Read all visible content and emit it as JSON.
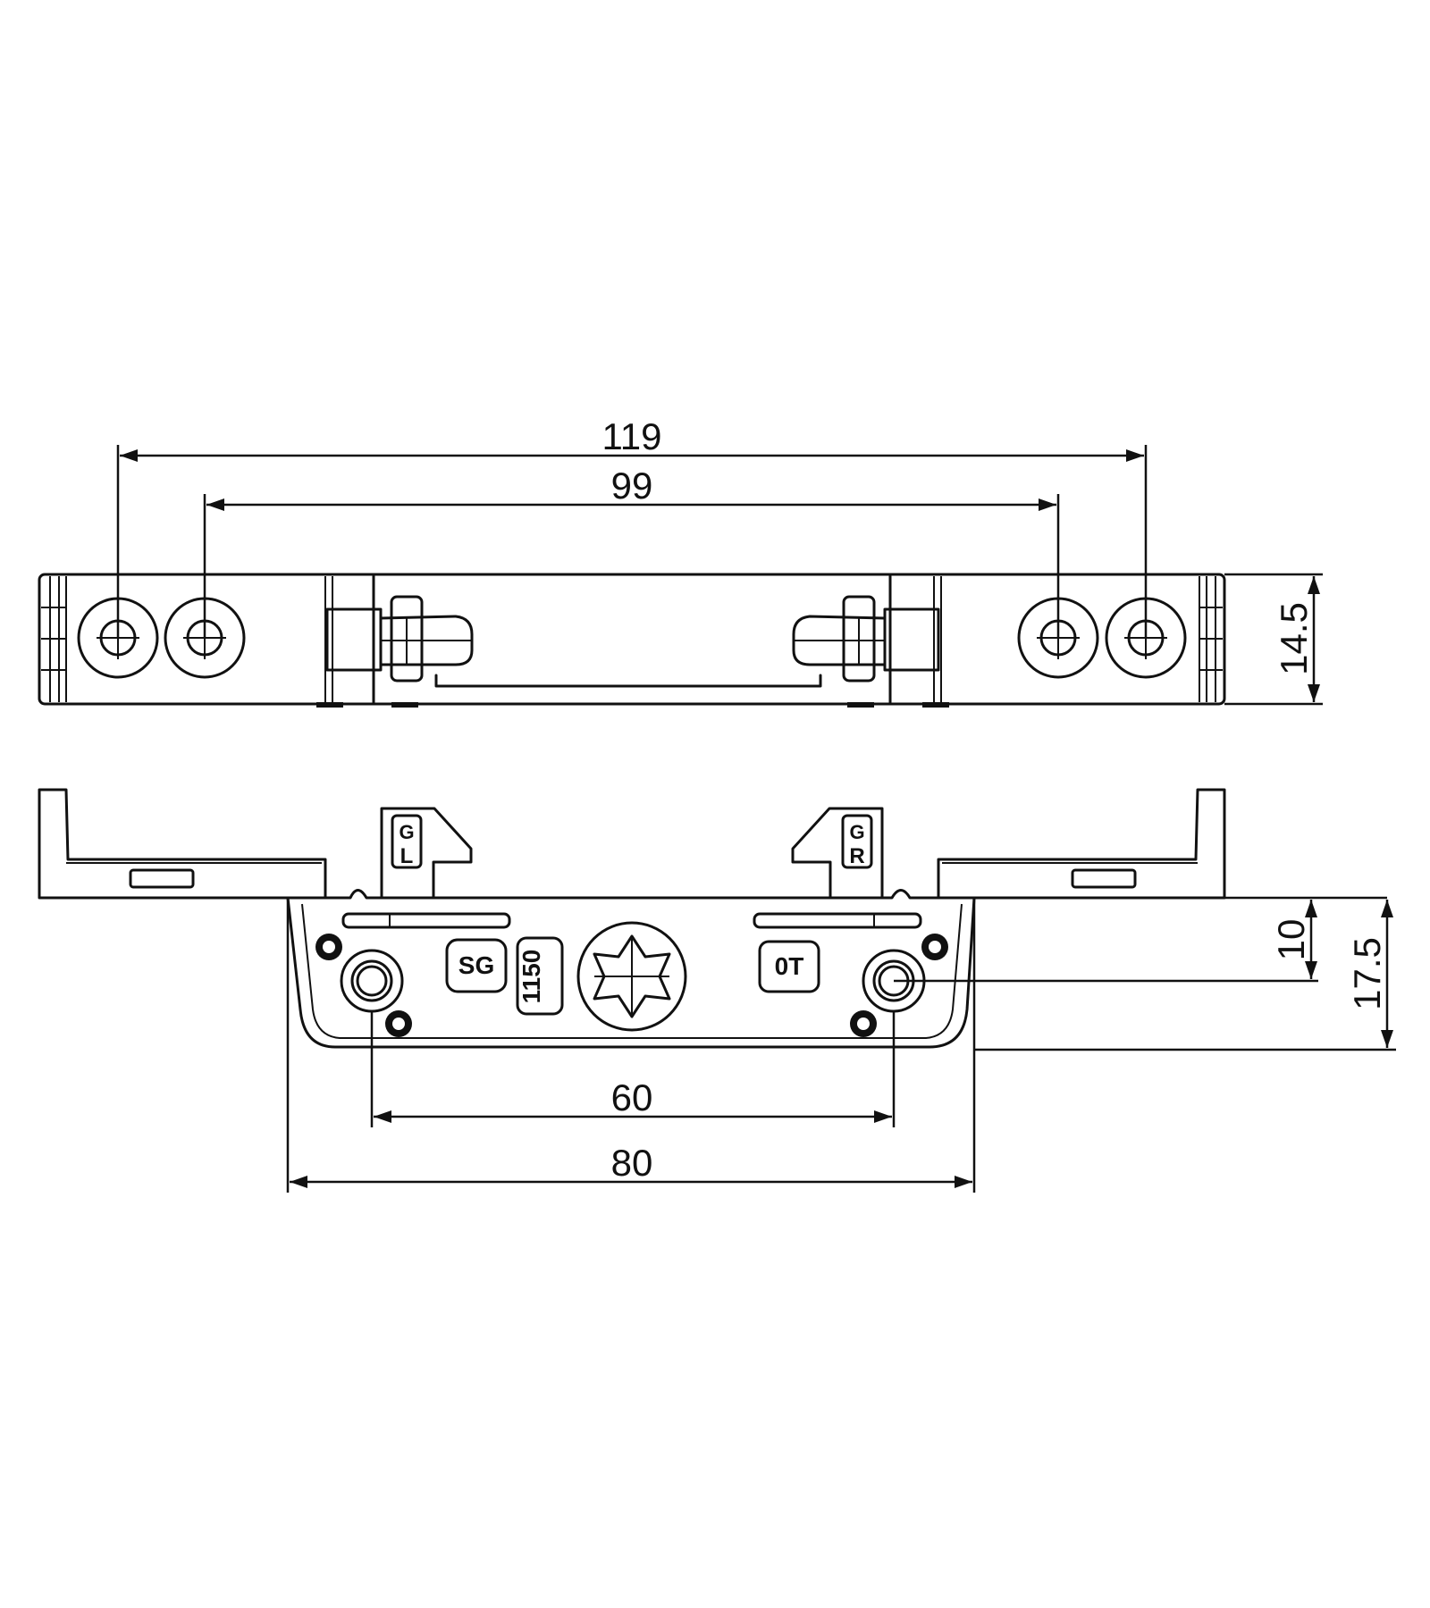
{
  "dimensions": {
    "top_outer_hole_spacing": "119",
    "top_inner_hole_spacing": "99",
    "top_height": "14.5",
    "front_hole_depth": "10",
    "front_total_depth": "17.5",
    "front_hole_spacing": "60",
    "front_body_width": "80"
  },
  "markings": {
    "left_tab_top": "G",
    "left_tab_bottom": "L",
    "right_tab_top": "G",
    "right_tab_bottom": "R",
    "left_logo": "SG",
    "model_number": "1150",
    "right_logo": "0T"
  }
}
